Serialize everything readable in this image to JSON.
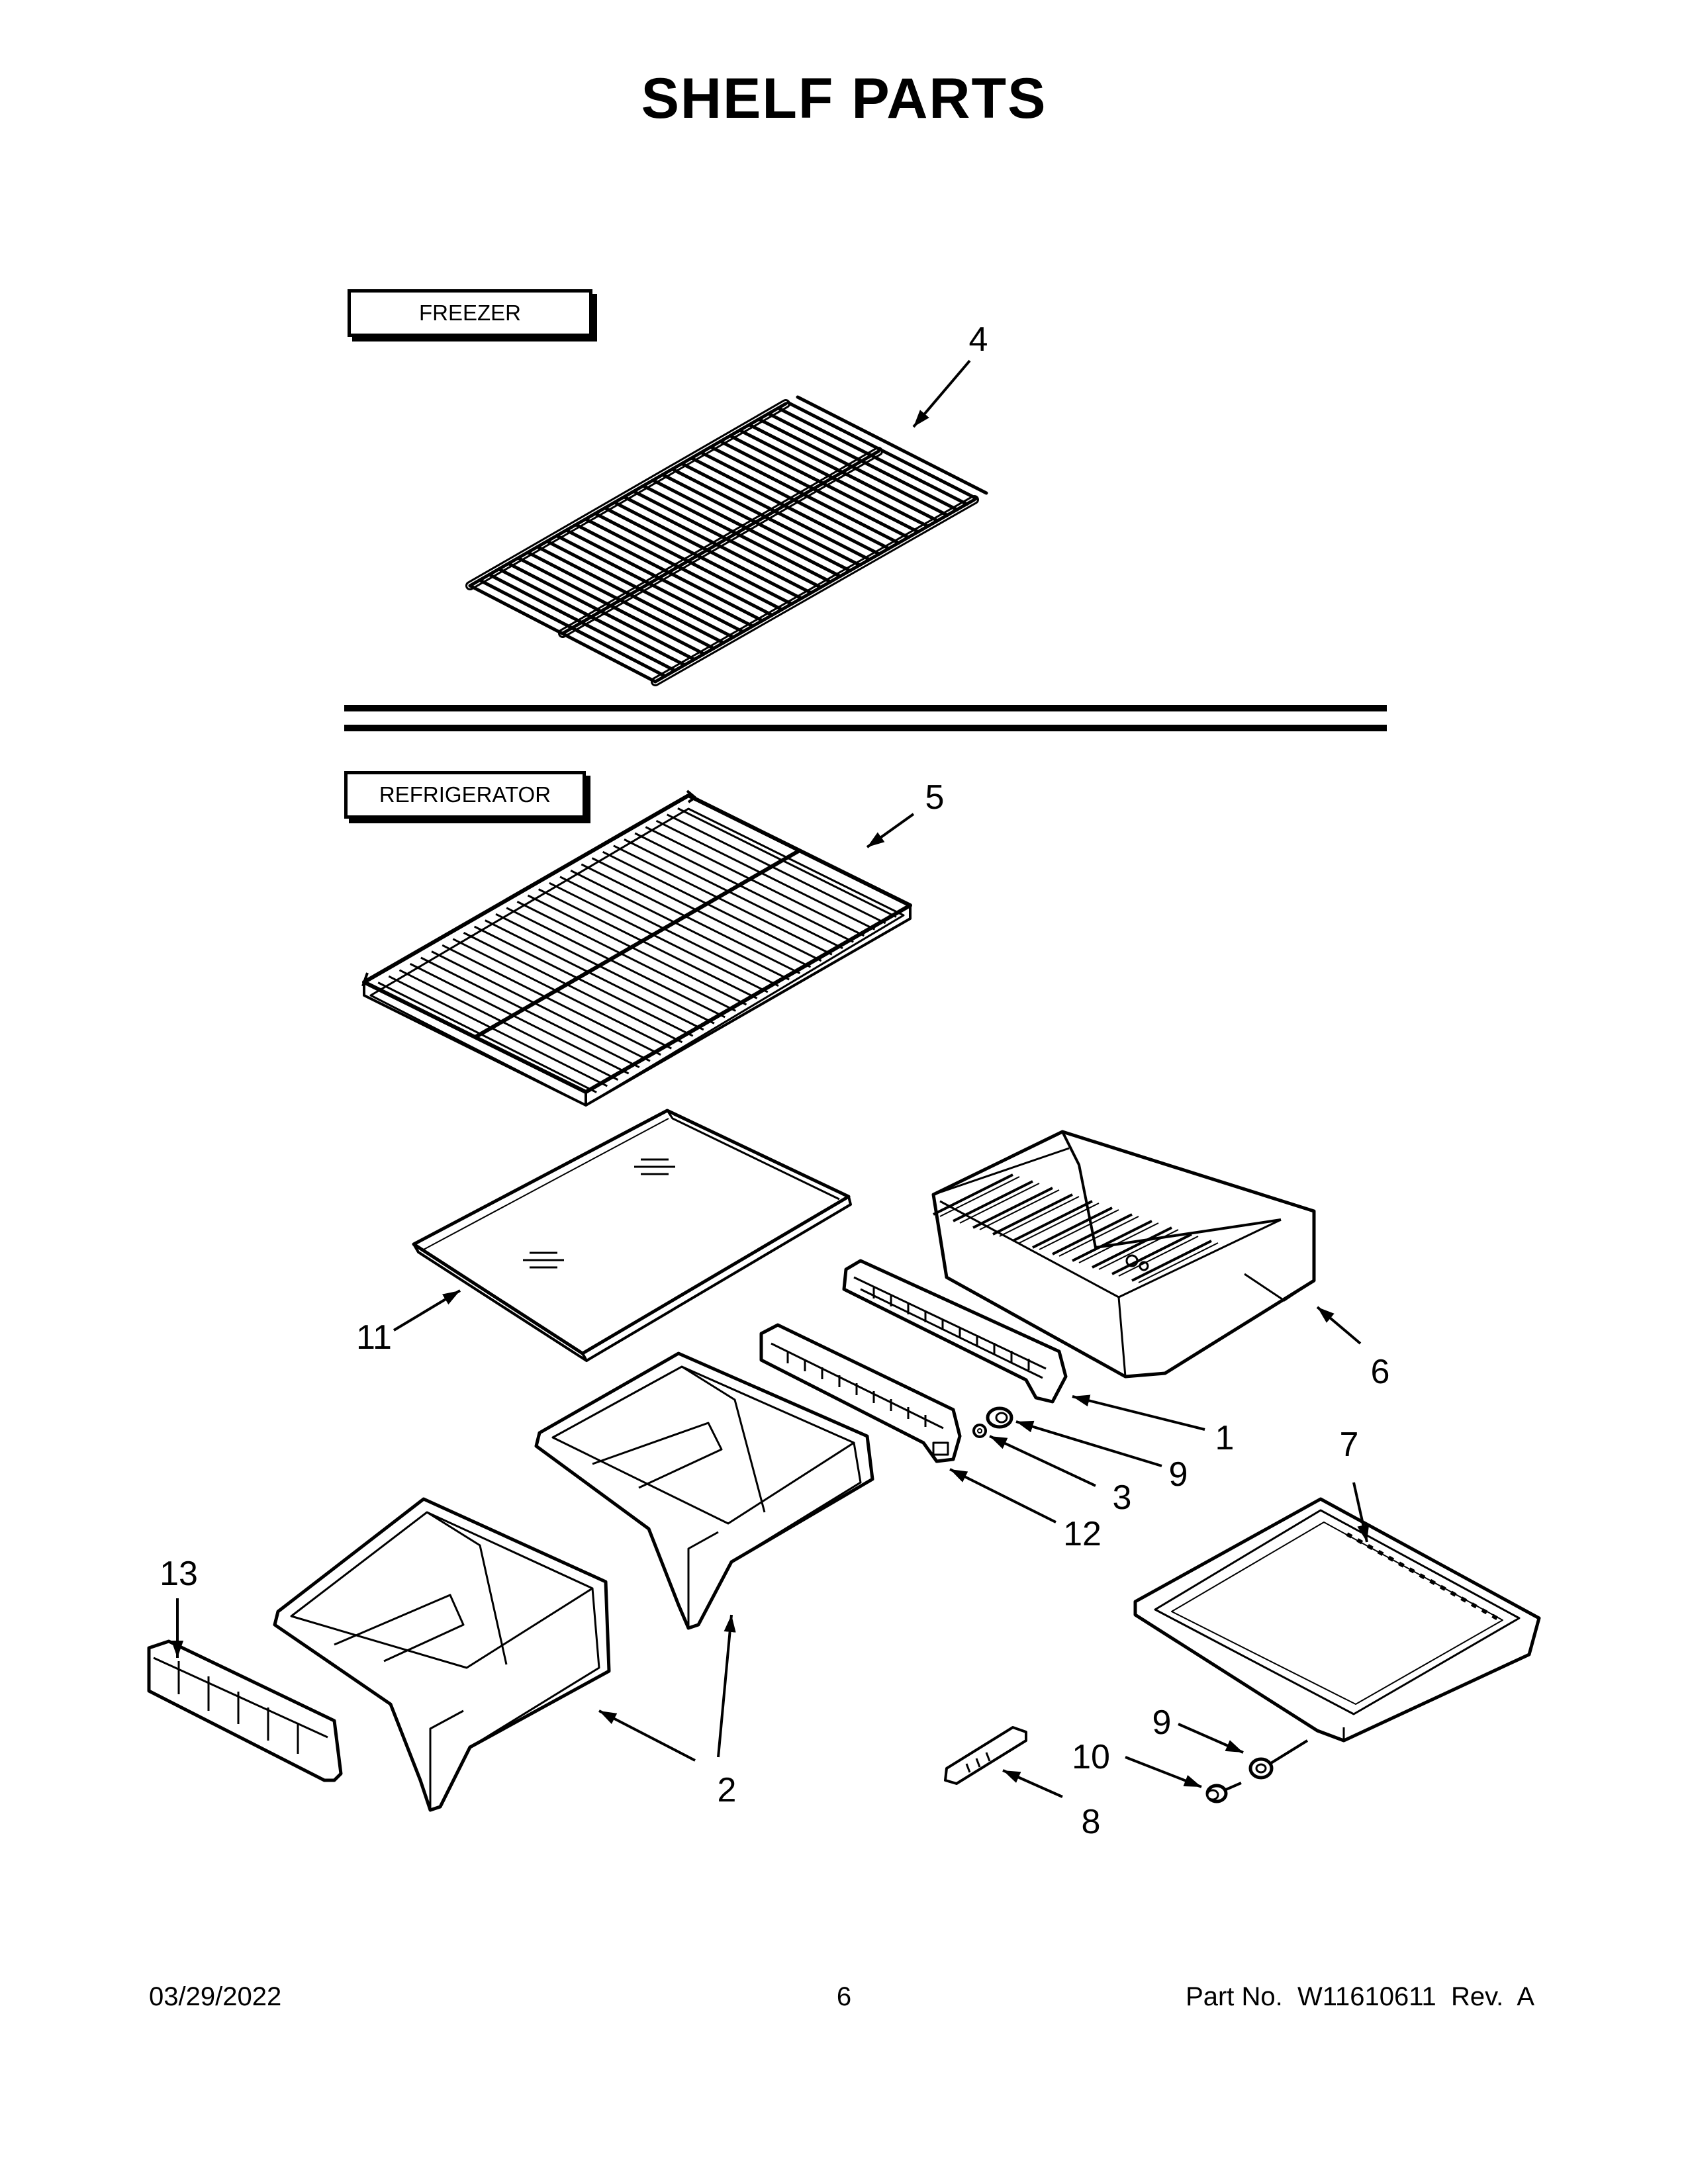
{
  "page": {
    "title": "SHELF PARTS",
    "footer": {
      "date": "03/29/2022",
      "page_number": "6",
      "part_number": "Part No.  W11610611  Rev.  A"
    }
  },
  "sections": [
    {
      "label": "FREEZER"
    },
    {
      "label": "REFRIGERATOR"
    }
  ],
  "callouts": [
    "4",
    "5",
    "11",
    "6",
    "1",
    "9",
    "3",
    "12",
    "7",
    "13",
    "2",
    "9",
    "10",
    "8"
  ],
  "parts": [
    {
      "ref": "4",
      "section": "FREEZER",
      "depicts": "wire shelf"
    },
    {
      "ref": "5",
      "section": "REFRIGERATOR",
      "depicts": "wire shelf"
    },
    {
      "ref": "11",
      "section": "REFRIGERATOR",
      "depicts": "glass shelf"
    },
    {
      "ref": "6",
      "section": "REFRIGERATOR",
      "depicts": "pan"
    },
    {
      "ref": "1",
      "section": "REFRIGERATOR",
      "depicts": "rail"
    },
    {
      "ref": "12",
      "section": "REFRIGERATOR",
      "depicts": "rail"
    },
    {
      "ref": "3",
      "section": "REFRIGERATOR",
      "depicts": "screw"
    },
    {
      "ref": "9",
      "section": "REFRIGERATOR",
      "depicts": "spacer"
    },
    {
      "ref": "7",
      "section": "REFRIGERATOR",
      "depicts": "cover"
    },
    {
      "ref": "10",
      "section": "REFRIGERATOR",
      "depicts": "screw"
    },
    {
      "ref": "8",
      "section": "REFRIGERATOR",
      "depicts": "slider"
    },
    {
      "ref": "2",
      "section": "REFRIGERATOR",
      "depicts": "crisper drawer"
    },
    {
      "ref": "13",
      "section": "REFRIGERATOR",
      "depicts": "crisper control"
    }
  ]
}
